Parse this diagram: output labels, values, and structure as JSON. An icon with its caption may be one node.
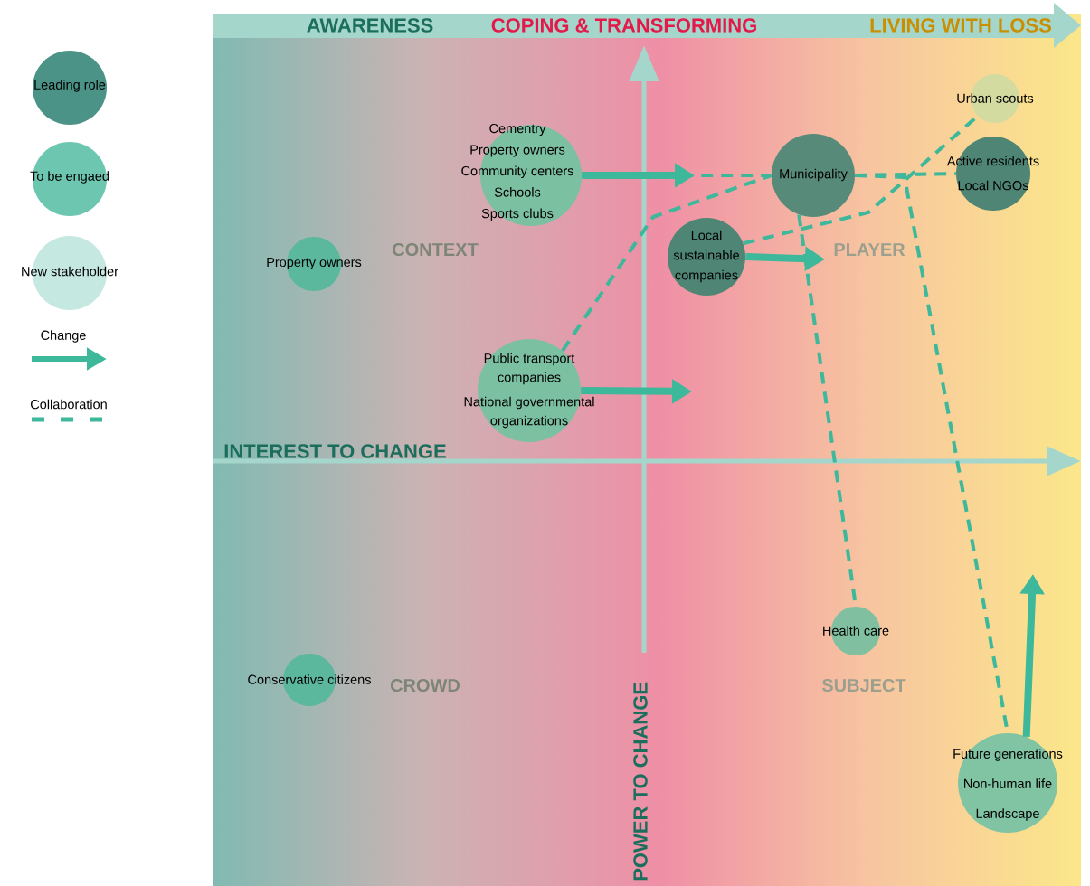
{
  "diagram": {
    "nodes": [
      {
        "text": [
          "Cementry",
          "Property owners",
          "Community centers",
          "Schools",
          "Sports clubs"
        ]
      },
      {
        "text": [
          "Property owners"
        ]
      },
      {
        "text": [
          "Public transport companies",
          "National governmental organizations"
        ]
      },
      {
        "text": [
          "Local sustainable companies"
        ]
      },
      {
        "text": [
          "Municipality"
        ]
      },
      {
        "text": [
          "Urban scouts"
        ]
      },
      {
        "text": [
          "Active residents",
          "Local NGOs"
        ]
      },
      {
        "text": [
          "Health care"
        ]
      },
      {
        "text": [
          "Conservative citizens"
        ]
      },
      {
        "text": [
          "Future generations",
          "Non-human life",
          "Landscape"
        ]
      }
    ],
    "edges": [
      {
        "from": 0,
        "to": null,
        "arrow": "to",
        "style": "thick"
      },
      {
        "from": 0,
        "to": 4,
        "arrow": "none",
        "style": "dashed"
      },
      {
        "from": 2,
        "to": 4,
        "arrow": "none",
        "style": "dashed"
      },
      {
        "from": 3,
        "to": 5,
        "arrow": "none",
        "style": "dashed"
      },
      {
        "from": 4,
        "to": 6,
        "arrow": "none",
        "style": "dashed"
      },
      {
        "from": 4,
        "to": 7,
        "arrow": "none",
        "style": "dashed"
      },
      {
        "from": 4,
        "to": 9,
        "arrow": "none",
        "style": "dashed"
      },
      {
        "from": 2,
        "to": null,
        "arrow": "to",
        "style": "thick"
      },
      {
        "from": 3,
        "to": null,
        "arrow": "to",
        "style": "thick"
      },
      {
        "from": 9,
        "to": null,
        "arrow": "to",
        "style": "thick"
      }
    ],
    "labels": [
      "AWARENESS",
      "COPING & TRANSFORMING",
      "LIVING WITH LOSS",
      "CONTEXT",
      "PLAYER",
      "INTEREST TO CHANGE",
      "CROWD",
      "SUBJECT",
      "POWER TO CHANGE"
    ],
    "legend": [
      {
        "text": "Leading role",
        "color": "#4b9386"
      },
      {
        "text": "To be engaed",
        "color": "#6dc7b0"
      },
      {
        "text": "New stakeholder",
        "color": "#c5e8e0"
      },
      {
        "text": "Change"
      },
      {
        "text": "Collaboration"
      }
    ]
  }
}
